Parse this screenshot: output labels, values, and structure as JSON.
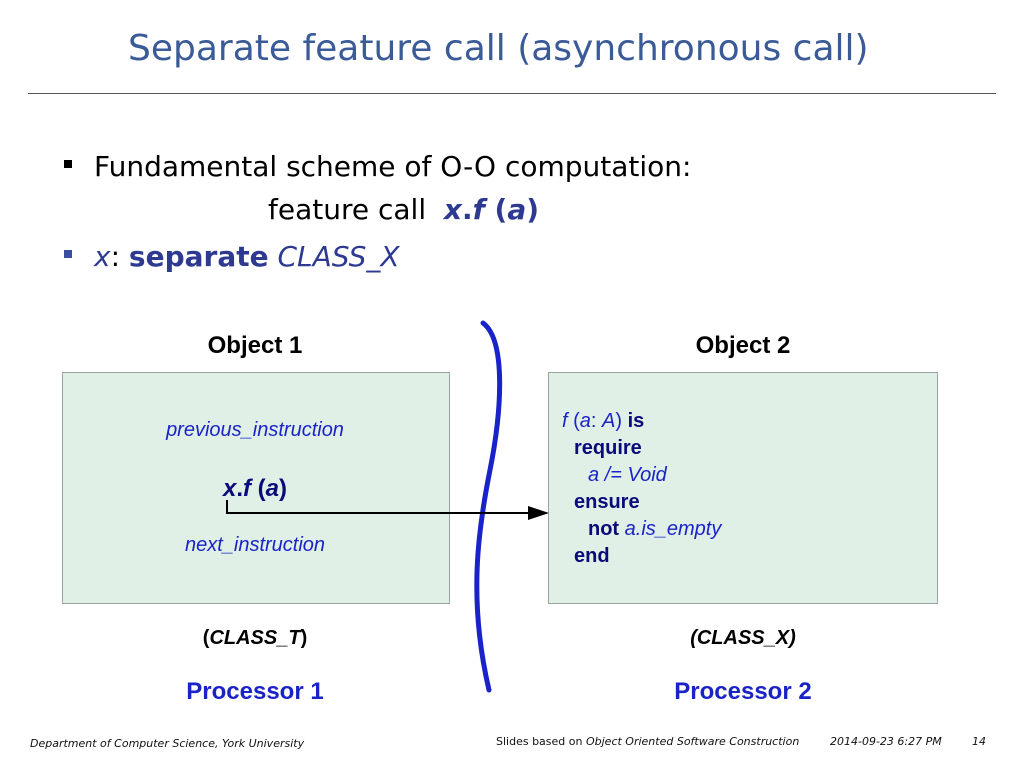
{
  "slide": {
    "title": "Separate feature call (asynchronous call)",
    "bullets": {
      "b1_text": "Fundamental scheme of O-O computation:",
      "b1_sub_prefix": "feature call",
      "b1_sub_x": "x",
      "b1_sub_dot": ".",
      "b1_sub_f": "f",
      "b1_sub_open": " (",
      "b1_sub_a": "a",
      "b1_sub_close": ")",
      "b2_x": "x",
      "b2_colon": ": ",
      "b2_separate": "separate",
      "b2_class": " CLASS_X"
    }
  },
  "objects": {
    "object1": {
      "label": "Object 1",
      "previous": "previous_instruction",
      "next": "next_instruction",
      "call_x": "x",
      "call_dot": ".",
      "call_f": "f",
      "call_open": " (",
      "call_a": "a",
      "call_close": ")",
      "class_open": "(",
      "class_name": "CLASS_T",
      "class_close": ")",
      "processor": "Processor 1"
    },
    "object2": {
      "label": "Object 2",
      "code": {
        "l1_f": "f",
        "l1_open": " (",
        "l1_a": "a",
        "l1_colon": ": ",
        "l1_A": "A",
        "l1_close": ") ",
        "l1_is": "is",
        "l2_require": "require",
        "l3_expr": "a /= Void",
        "l4_ensure": "ensure",
        "l5_not": "not",
        "l5_expr": " a.is_empty",
        "l6_end": "end"
      },
      "class_label": "(CLASS_X)",
      "processor": "Processor 2"
    }
  },
  "footer": {
    "department": "Department of Computer Science, York University",
    "slides_prefix": "Slides based on ",
    "book": "Object Oriented Software Construction",
    "datetime": "2014-09-23 6:27 PM",
    "page": "14"
  },
  "colors": {
    "title": "#3A5A98",
    "box_fill": "#E0F0E6",
    "processor_text": "#1A23C8",
    "divider": "#1A23C8"
  }
}
